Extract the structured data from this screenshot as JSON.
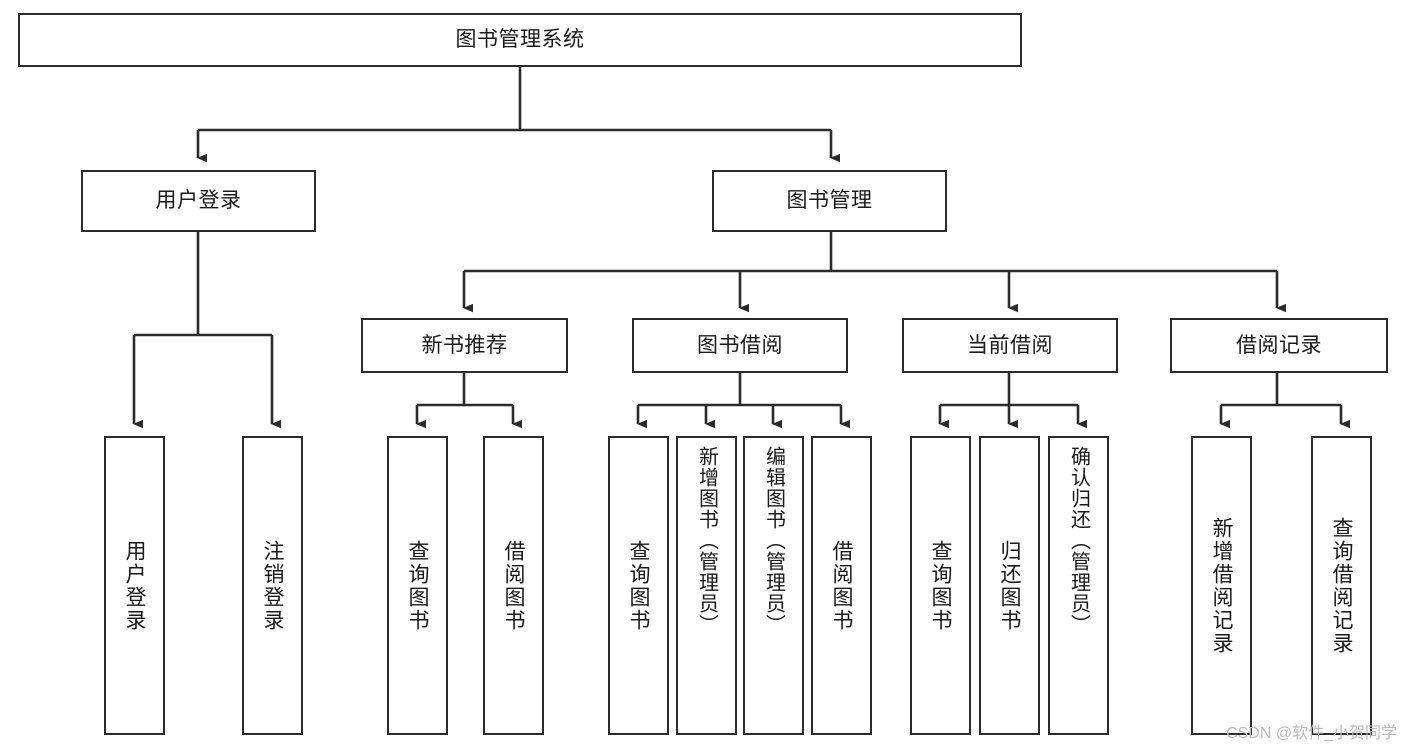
{
  "diagram": {
    "title": "图书管理系统",
    "type": "tree-hierarchy-diagram",
    "watermark": "CSDN @软件_小贺同学",
    "nodes": {
      "root": {
        "label": "图书管理系统"
      },
      "level2": [
        {
          "id": "user-login",
          "label": "用户登录"
        },
        {
          "id": "book-management",
          "label": "图书管理"
        }
      ],
      "level3": [
        {
          "id": "new-book-recommend",
          "label": "新书推荐"
        },
        {
          "id": "book-borrow",
          "label": "图书借阅"
        },
        {
          "id": "current-borrow",
          "label": "当前借阅"
        },
        {
          "id": "borrow-record",
          "label": "借阅记录"
        }
      ],
      "leaves": {
        "user_login": [
          {
            "id": "leaf-user-login",
            "label": "用户登录"
          },
          {
            "id": "leaf-logout-login",
            "label": "注销登录"
          }
        ],
        "new_book_recommend": [
          {
            "id": "leaf-query-book-1",
            "label": "查询图书"
          },
          {
            "id": "leaf-borrow-book-1",
            "label": "借阅图书"
          }
        ],
        "book_borrow": [
          {
            "id": "leaf-query-book-2",
            "label": "查询图书"
          },
          {
            "id": "leaf-add-book",
            "label": "新增图书（管理员）"
          },
          {
            "id": "leaf-edit-book",
            "label": "编辑图书（管理员）"
          },
          {
            "id": "leaf-borrow-book-2",
            "label": "借阅图书"
          }
        ],
        "current_borrow": [
          {
            "id": "leaf-query-book-3",
            "label": "查询图书"
          },
          {
            "id": "leaf-return-book",
            "label": "归还图书"
          },
          {
            "id": "leaf-confirm-return",
            "label": "确认归还（管理员）"
          }
        ],
        "borrow_record": [
          {
            "id": "leaf-add-record",
            "label": "新增借阅记录"
          },
          {
            "id": "leaf-query-record",
            "label": "查询借阅记录"
          }
        ]
      }
    },
    "colors": {
      "stroke": "#2b2b2b",
      "fill": "#ffffff",
      "text": "#1a1a1a",
      "watermark": "#b9b9b9"
    }
  }
}
